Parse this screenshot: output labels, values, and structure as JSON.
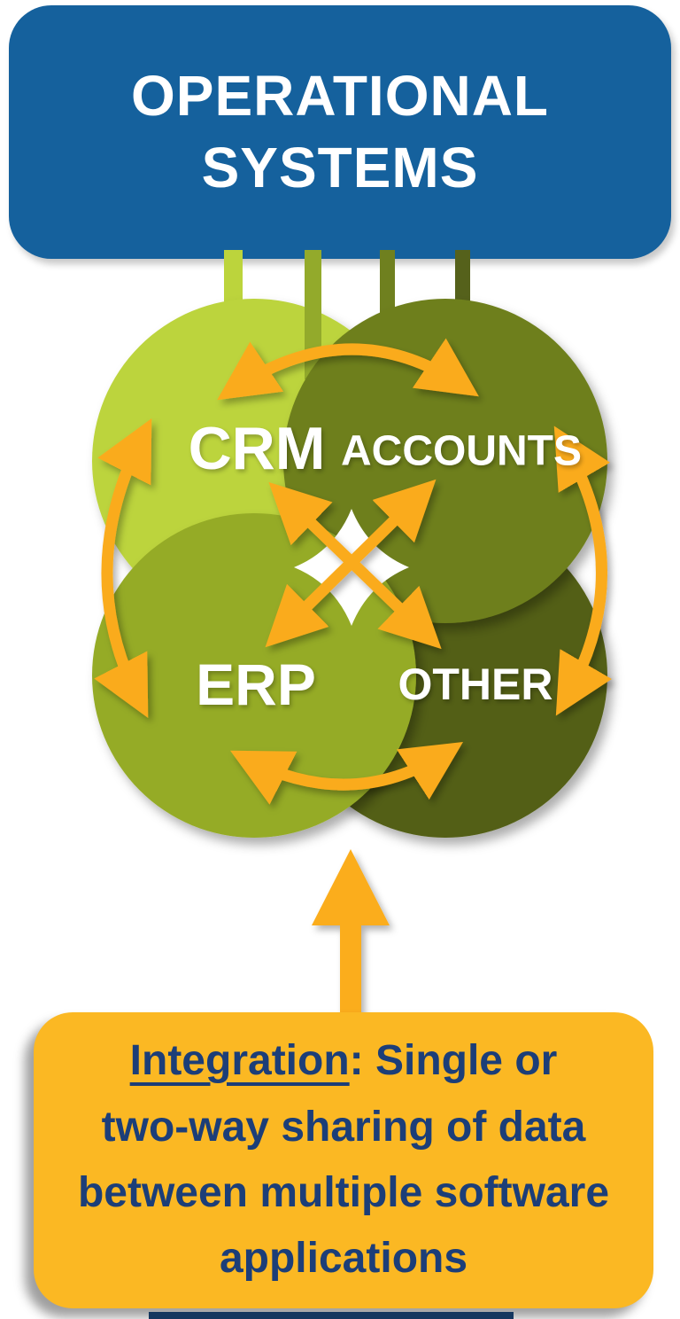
{
  "title": {
    "line1": "OPERATIONAL",
    "line2": "SYSTEMS"
  },
  "systems": [
    {
      "label": "CRM",
      "color": "#bcd43c"
    },
    {
      "label": "ACCOUNTS",
      "color": "#6e7f1c"
    },
    {
      "label": "ERP",
      "color": "#95ab27"
    },
    {
      "label": "OTHER",
      "color": "#535f13"
    }
  ],
  "note": {
    "term": "Integration",
    "rest": ": Single or",
    "line2": "two-way sharing of data",
    "line3": "between multiple software",
    "line4": "applications"
  },
  "colors": {
    "header_bg": "#15619d",
    "header_text": "#ffffff",
    "circle_text": "#ffffff",
    "note_bg": "#fbb823",
    "note_text": "#1c3e78",
    "arrow": "#faab1f",
    "bottom_strip": "#14375f",
    "stub_crm": "#bcd43c",
    "stub_erp": "#93aa2b",
    "stub_accounts": "#6f801f",
    "stub_other": "#55611b"
  },
  "icons": [
    "arrow-crm-accounts-icon",
    "arrow-erp-other-icon",
    "arrow-crm-erp-icon",
    "arrow-accounts-other-icon",
    "arrow-crm-other-icon",
    "arrow-accounts-erp-icon",
    "arrow-integration-up-icon"
  ]
}
